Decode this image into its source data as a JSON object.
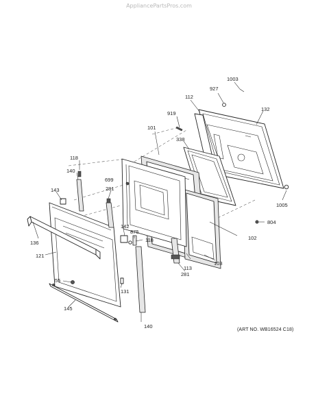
{
  "watermark": "AppliancePartsPros.com",
  "art_number": "(ART NO. WB16524 C18)",
  "callouts": {
    "p1003": "1003",
    "p927": "927",
    "p112": "112",
    "p132": "132",
    "p919": "919",
    "p101": "101",
    "p338": "338",
    "p118a": "118",
    "p140a": "140",
    "p143": "143",
    "p699": "699",
    "p281a": "281",
    "p1005": "1005",
    "p804": "804",
    "p142": "142",
    "p875": "875",
    "p118b": "118",
    "p102": "102",
    "p136": "136",
    "p121": "121",
    "p113": "113",
    "p103": "103",
    "p281b": "281",
    "p55": "55",
    "p131": "131",
    "p145": "145",
    "p140b": "140"
  }
}
